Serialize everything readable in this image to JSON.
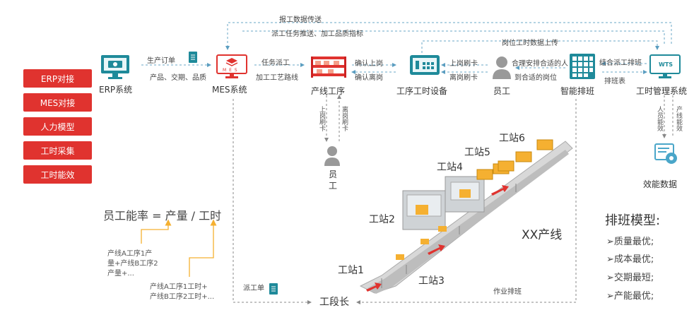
{
  "top_flows": {
    "report_data": "报工数据传送",
    "dispatch_push": "派工任务推送、加工品质指标",
    "post_hours_upload": "岗位工时数据上传"
  },
  "nodes": {
    "erp": "ERP系统",
    "mes": "MES系统",
    "line_process": "产线工序",
    "device": "工序工时设备",
    "employee": "员工",
    "scheduling": "智能排班",
    "hours_system": "工时管理系统",
    "efficiency_data": "效能数据",
    "employee2_a": "员",
    "employee2_b": "工",
    "section_leader": "工段长",
    "mes_icon_text": "M E S",
    "wts_icon_text": "WTS"
  },
  "edges": {
    "production_order": "生产订单",
    "product_delivery_quality": "产品、交期、品质",
    "task_dispatch": "任务派工",
    "process_route": "加工工艺路线",
    "confirm_on": "确认上岗",
    "confirm_off": "确认离岗",
    "swipe_on": "上岗刷卡",
    "swipe_off": "离岗刷卡",
    "arrange_suitable": "合理安排合适的人",
    "to_suitable_post": "到合适的岗位",
    "combine_dispatch": "结合派工排班",
    "schedule_table": "排班表",
    "vert_swipe_on": "上岗刷卡",
    "vert_swipe_off": "离岗刷卡",
    "personnel_efficiency": "人员能效",
    "line_efficiency": "产线能效",
    "dispatch_sheet": "派工单",
    "work_schedule": "作业排班"
  },
  "side_buttons": [
    "ERP对接",
    "MES对接",
    "人力模型",
    "工时采集",
    "工时能效"
  ],
  "formula": {
    "main": "员工能率 = 产量 / 工时",
    "output_lines": [
      "产线A工序1产",
      "量+产线B工序2",
      "产量+..."
    ],
    "hours_lines": [
      "产线A工序1工时+",
      "产线B工序2工时+..."
    ]
  },
  "line": {
    "name": "XX产线",
    "stations": [
      "工站1",
      "工站2",
      "工站3",
      "工站4",
      "工站5",
      "工站6"
    ]
  },
  "model": {
    "title": "排班模型:",
    "items": [
      "➢质量最优;",
      "➢成本最优;",
      "➢交期最短;",
      "➢产能最优;"
    ]
  },
  "colors": {
    "red": "#e0332f",
    "teal": "#1f8a9a",
    "dash": "#6aa7c7",
    "orange": "#f5b031"
  }
}
